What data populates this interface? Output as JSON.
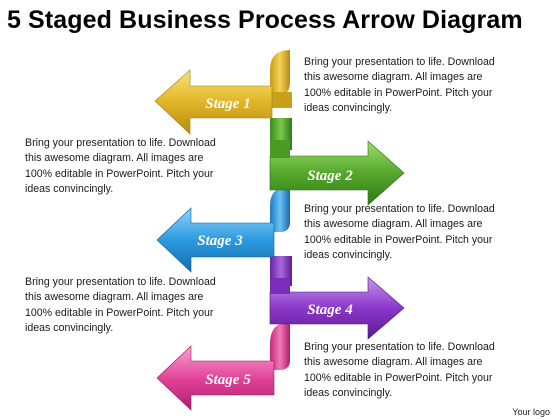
{
  "title": "5 Staged Business Process Arrow Diagram",
  "stages": [
    {
      "label": "Stage 1",
      "color": "#e1b92a",
      "description": "Bring your presentation to life. Download this awesome  diagram. All images are 100% editable in PowerPoint.  Pitch your ideas convincingly."
    },
    {
      "label": "Stage 2",
      "color": "#5aaa2e",
      "description": "Bring your presentation to life. Download this awesome  diagram. All images are 100% editable in PowerPoint.  Pitch your ideas convincingly."
    },
    {
      "label": "Stage 3",
      "color": "#2c9be0",
      "description": "Bring your presentation to life. Download this awesome  diagram. All images are 100% editable in PowerPoint.  Pitch your ideas convincingly."
    },
    {
      "label": "Stage 4",
      "color": "#8a38c9",
      "description": "Bring your presentation to life. Download this awesome  diagram. All images are 100% editable in PowerPoint.  Pitch your ideas convincingly."
    },
    {
      "label": "Stage 5",
      "color": "#e2449a",
      "description": "Bring your presentation to life. Download this awesome  diagram. All images are 100% editable in PowerPoint.  Pitch your ideas convincingly."
    }
  ],
  "logo": "Your logo"
}
